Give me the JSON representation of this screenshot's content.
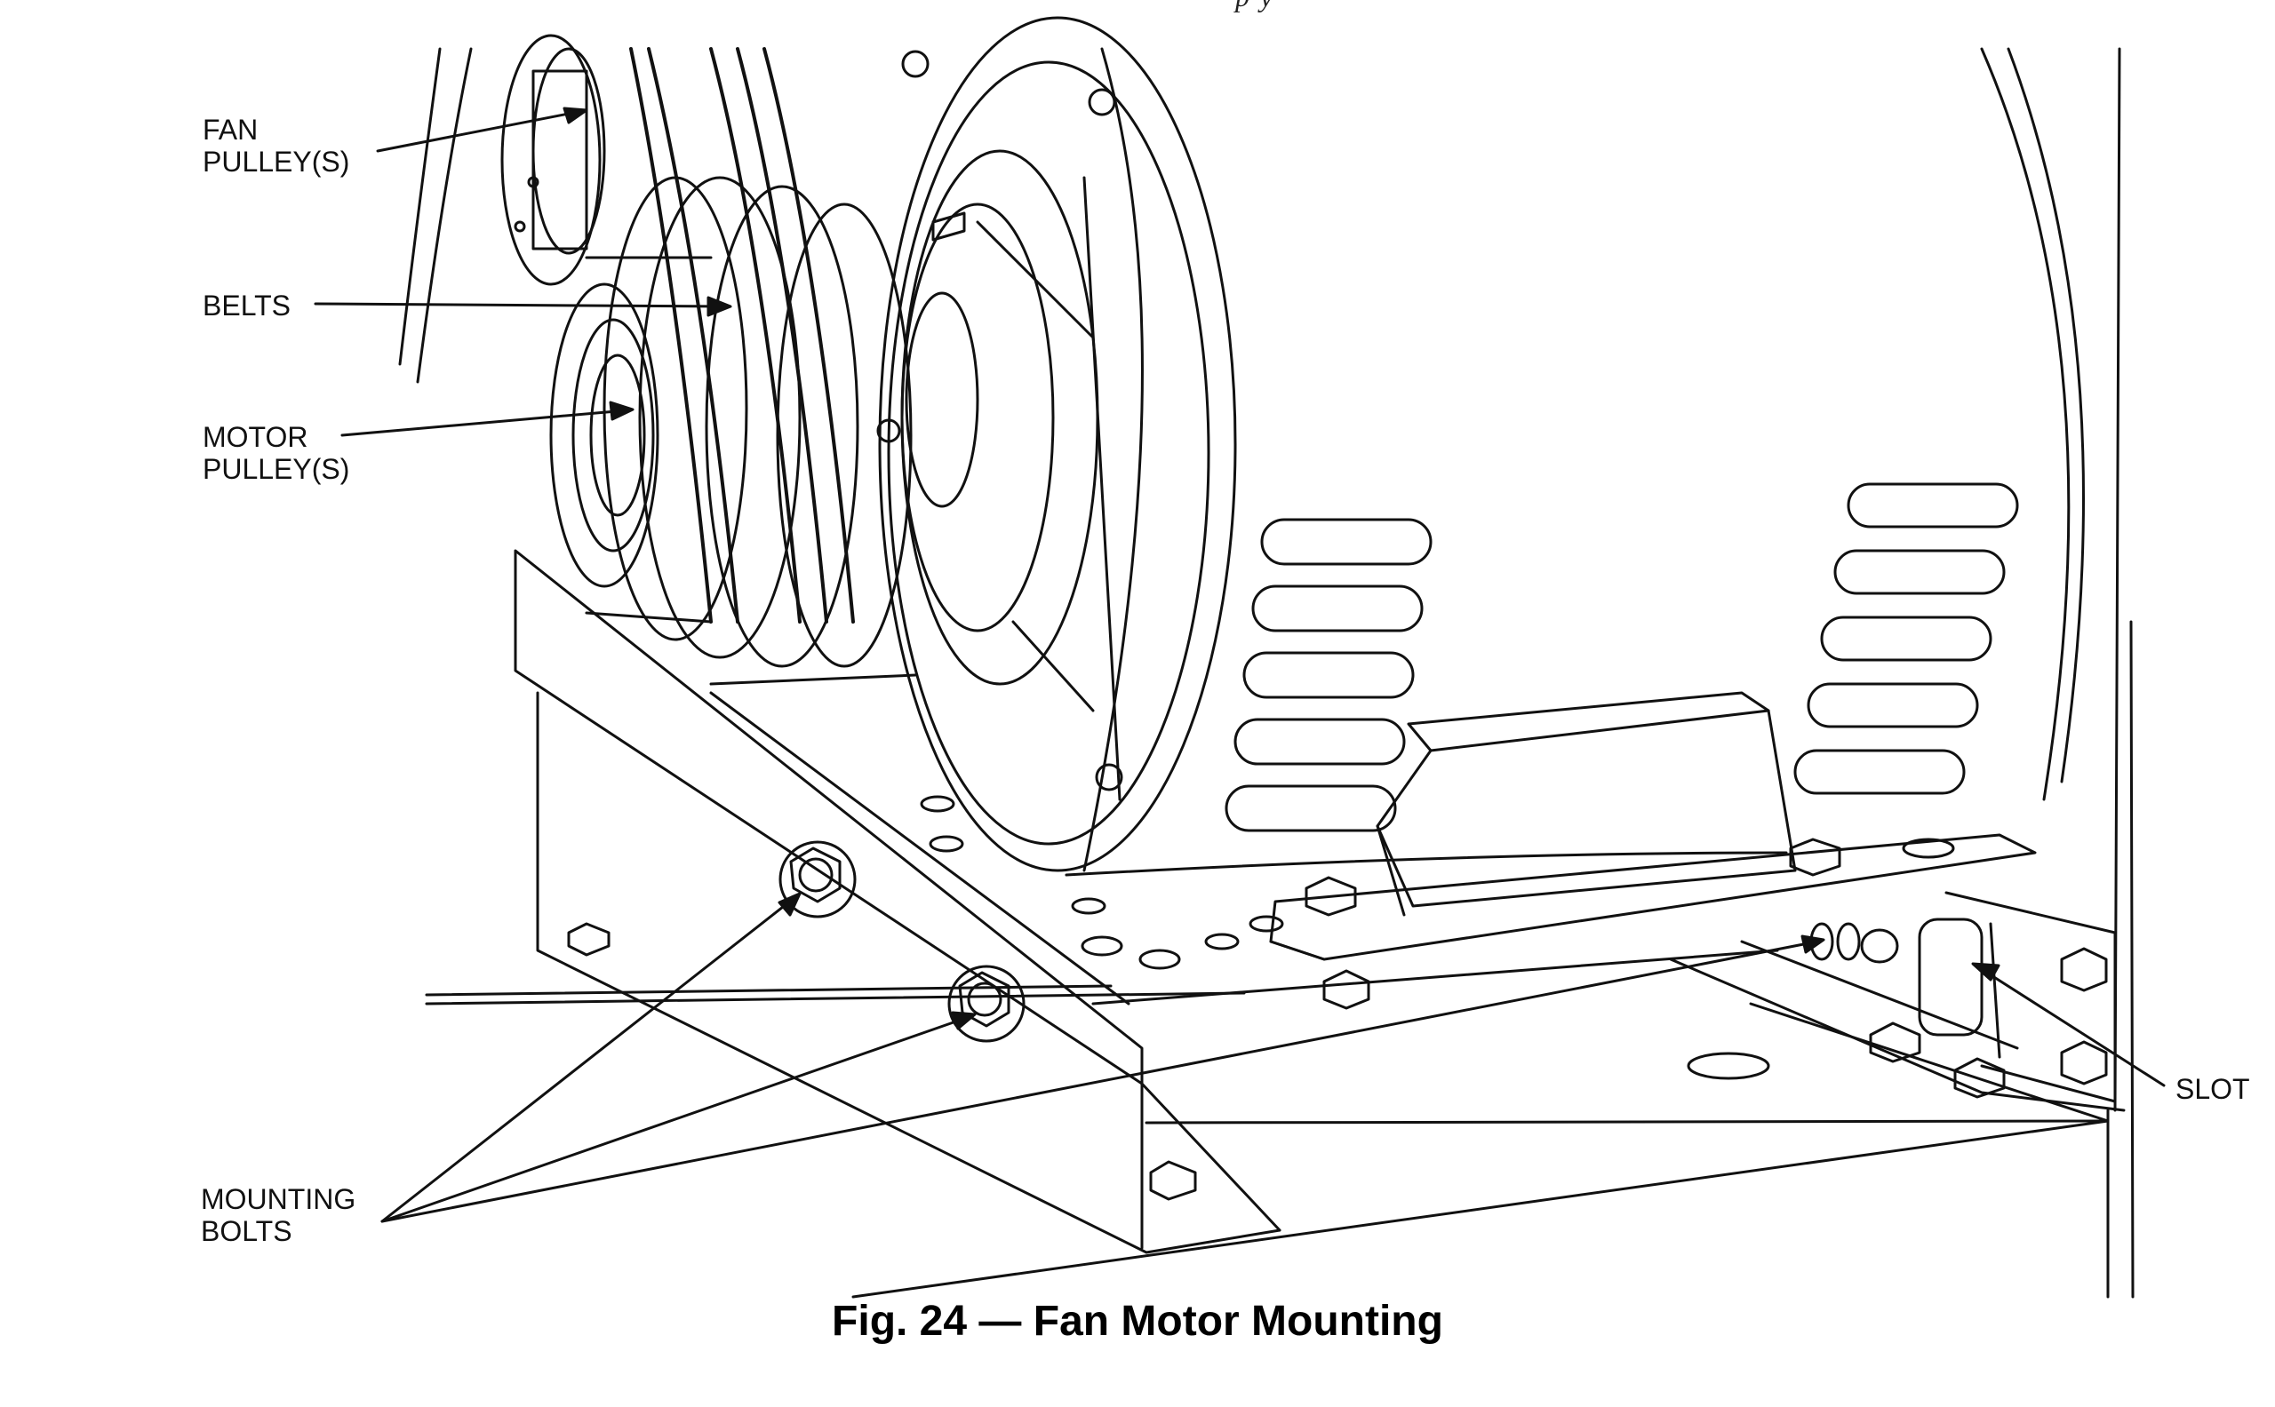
{
  "figure": {
    "header_fragment": "p                                                  y",
    "caption": "Fig. 24 — Fan Motor Mounting",
    "callouts": {
      "fan_pulleys": "FAN\nPULLEY(S)",
      "belts": "BELTS",
      "motor_pulleys": "MOTOR\nPULLEY(S)",
      "slot": "SLOT",
      "mounting_bolts": "MOUNTING\nBOLTS"
    }
  },
  "colors": {
    "ink": "#111111",
    "background": "#ffffff"
  }
}
